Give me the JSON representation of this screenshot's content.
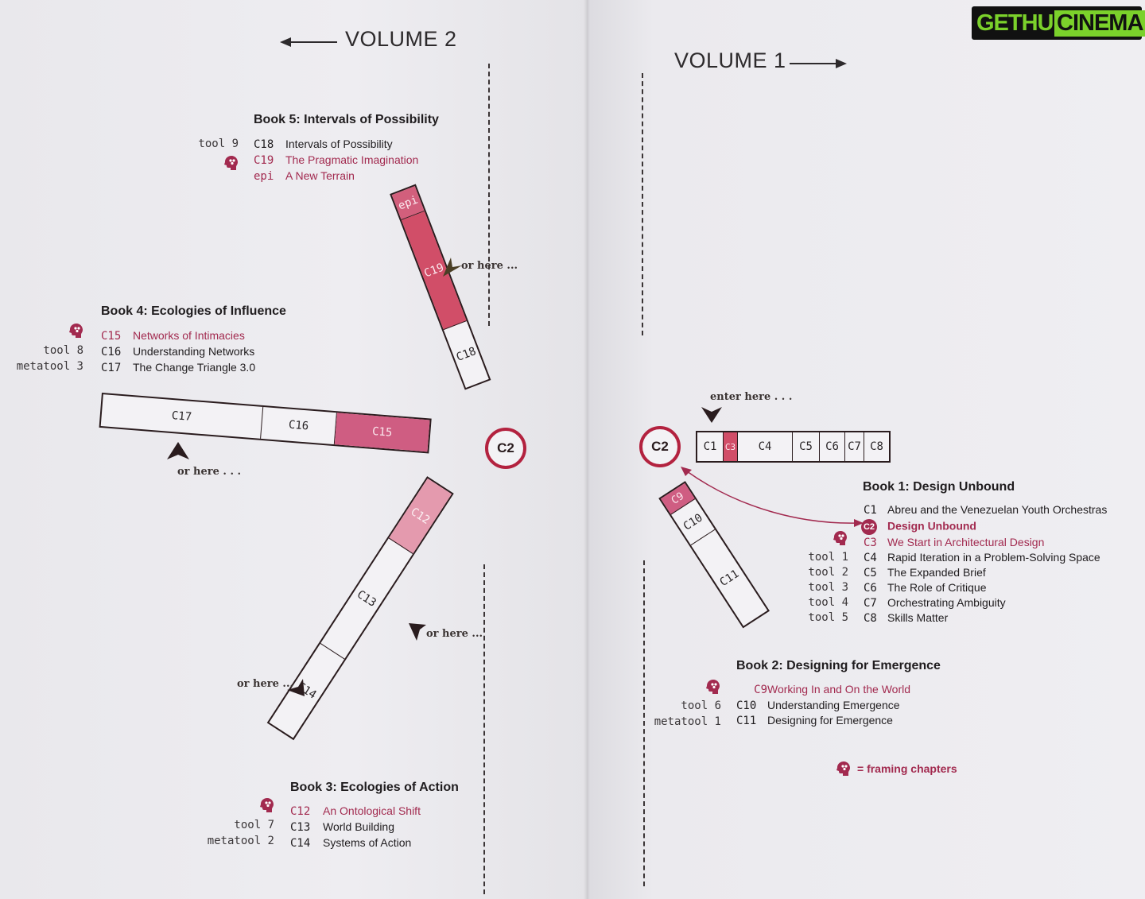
{
  "volumes": {
    "vol2": "VOLUME 2",
    "vol1": "VOLUME 1"
  },
  "watermark": {
    "part1": "GETHU",
    "part2": "CINEMA"
  },
  "hints": {
    "enter": "enter here . . .",
    "or_here_c19": "or here ...",
    "or_here_c17": "or here . . .",
    "or_here_c13": "or here ...",
    "or_here_c14": "or here ..."
  },
  "legend": "= framing chapters",
  "book5": {
    "title": "Book 5: Intervals of Possibility",
    "rows": [
      {
        "tool": "tool 9",
        "code": "C18",
        "name": "Intervals of Possibility",
        "framing": false
      },
      {
        "tool": "",
        "code": "C19",
        "name": "The Pragmatic Imagination",
        "framing": true
      },
      {
        "tool": "",
        "code": "epi",
        "name": "A New Terrain",
        "framing": true
      }
    ]
  },
  "book4": {
    "title": "Book 4: Ecologies of Influence",
    "rows": [
      {
        "tool": "",
        "code": "C15",
        "name": "Networks of Intimacies",
        "framing": true
      },
      {
        "tool": "tool 8",
        "code": "C16",
        "name": "Understanding Networks",
        "framing": false
      },
      {
        "tool": "metatool 3",
        "code": "C17",
        "name": "The Change Triangle 3.0",
        "framing": false
      }
    ]
  },
  "book3": {
    "title": "Book 3: Ecologies of Action",
    "rows": [
      {
        "tool": "",
        "code": "C12",
        "name": "An Ontological Shift",
        "framing": true
      },
      {
        "tool": "tool 7",
        "code": "C13",
        "name": "World Building",
        "framing": false
      },
      {
        "tool": "metatool 2",
        "code": "C14",
        "name": "Systems of Action",
        "framing": false
      }
    ]
  },
  "book1": {
    "title": "Book 1: Design Unbound",
    "rows": [
      {
        "tool": "",
        "code": "C1",
        "name": "Abreu and the Venezuelan Youth Orchestras",
        "framing": false
      },
      {
        "tool": "",
        "code": "C2",
        "name": "Design Unbound",
        "framing": true
      },
      {
        "tool": "",
        "code": "C3",
        "name": "We Start in Architectural Design",
        "framing": true
      },
      {
        "tool": "tool 1",
        "code": "C4",
        "name": "Rapid Iteration in a Problem-Solving Space",
        "framing": false
      },
      {
        "tool": "tool 2",
        "code": "C5",
        "name": "The Expanded Brief",
        "framing": false
      },
      {
        "tool": "tool 3",
        "code": "C6",
        "name": "The Role of Critique",
        "framing": false
      },
      {
        "tool": "tool 4",
        "code": "C7",
        "name": "Orchestrating Ambiguity",
        "framing": false
      },
      {
        "tool": "tool 5",
        "code": "C8",
        "name": "Skills Matter",
        "framing": false
      }
    ]
  },
  "book2": {
    "title": "Book 2: Designing for Emergence",
    "rows": [
      {
        "tool": "",
        "code": "C9",
        "name": "Working In and On the World",
        "framing": true
      },
      {
        "tool": "tool 6",
        "code": "C10",
        "name": "Understanding Emergence",
        "framing": false
      },
      {
        "tool": "metatool 1",
        "code": "C11",
        "name": "Designing for Emergence",
        "framing": false
      }
    ]
  },
  "strips": {
    "vol1_main": [
      "C1",
      "C3",
      "C4",
      "C5",
      "C6",
      "C7",
      "C8"
    ],
    "vol1_b2": [
      "C9",
      "C10",
      "C11"
    ],
    "b5": [
      "epi",
      "C19",
      "C18"
    ],
    "b4": [
      "C17",
      "C16",
      "C15"
    ],
    "b3": [
      "C12",
      "C13",
      "C14"
    ],
    "c2_left": "C2",
    "c2_right": "C2"
  },
  "colors": {
    "accent": "#a22a4f",
    "ring": "#b3223f",
    "strip_dark": "#d14e68",
    "strip_light": "#e49aae"
  }
}
